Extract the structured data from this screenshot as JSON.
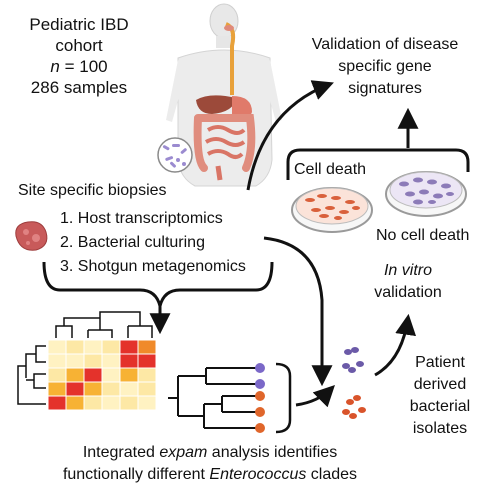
{
  "cohort": {
    "title": "Pediatric IBD",
    "subtitle": "cohort",
    "n_symbol": "n",
    "n_rest": " = 100",
    "samples": "286 samples"
  },
  "validation": {
    "line1": "Validation of disease",
    "line2": "specific gene",
    "line3": "signatures"
  },
  "biopsies": {
    "title": "Site specific biopsies",
    "steps": [
      "1. Host transcriptomics",
      "2. Bacterial culturing",
      "3. Shotgun metagenomics"
    ]
  },
  "plates": {
    "cell_death": "Cell death",
    "no_cell_death": "No cell death",
    "cell_death_color": "#d9603b",
    "no_cell_death_color": "#8c7bb8"
  },
  "in_vitro": {
    "line1": "In vitro",
    "line2": "validation"
  },
  "isolates": {
    "line1": "Patient",
    "line2": "derived",
    "line3": "bacterial",
    "line4": "isolates"
  },
  "expam": {
    "line1_pre": "Integrated ",
    "line1_em": "expam",
    "line1_post": " analysis identifies",
    "line2_pre": "functionally different ",
    "line2_em": "Enterococcus",
    "line2_post": " clades"
  },
  "colors": {
    "arrow": "#111111",
    "tissue": "#c85a5a",
    "clade_purple": "#7b68c8",
    "clade_orange": "#e0662b",
    "heat_low": "#fff2c2",
    "heat_mid": "#f7b234",
    "heat_high": "#e4322b"
  },
  "icons": [
    "human-body-icon",
    "gut-microbiome-icon",
    "tissue-biopsy-icon",
    "petri-dish-icon",
    "heatmap-icon",
    "phylogenetic-tree-icon",
    "bacteria-icon"
  ]
}
